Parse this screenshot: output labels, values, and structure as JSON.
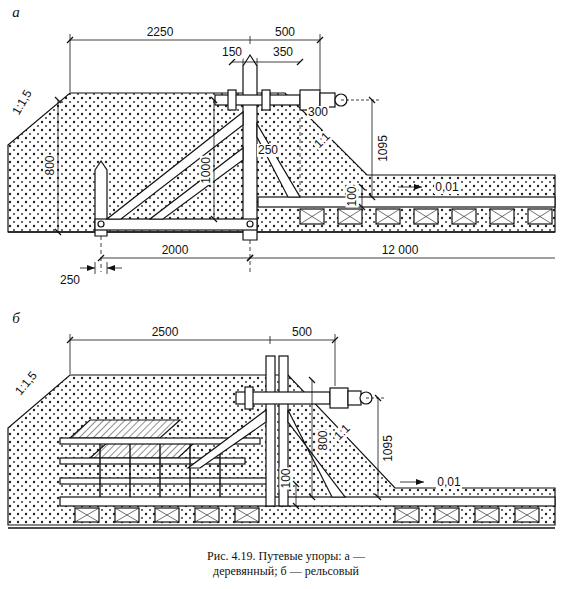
{
  "diagram": {
    "caption": "Рис. 4.19. Путевые упоры: а — деревянный; б — рельсовый",
    "labels": [
      "а",
      "2250",
      "500",
      "150",
      "350",
      "1:1,5",
      "800",
      "1000",
      "300",
      "250",
      "1:1",
      "1095",
      "100",
      "0,01",
      "2000",
      "12 000",
      "250",
      "б",
      "2500",
      "500",
      "1:1,5",
      "1:1",
      "800",
      "1095",
      "100",
      "0,01"
    ]
  }
}
